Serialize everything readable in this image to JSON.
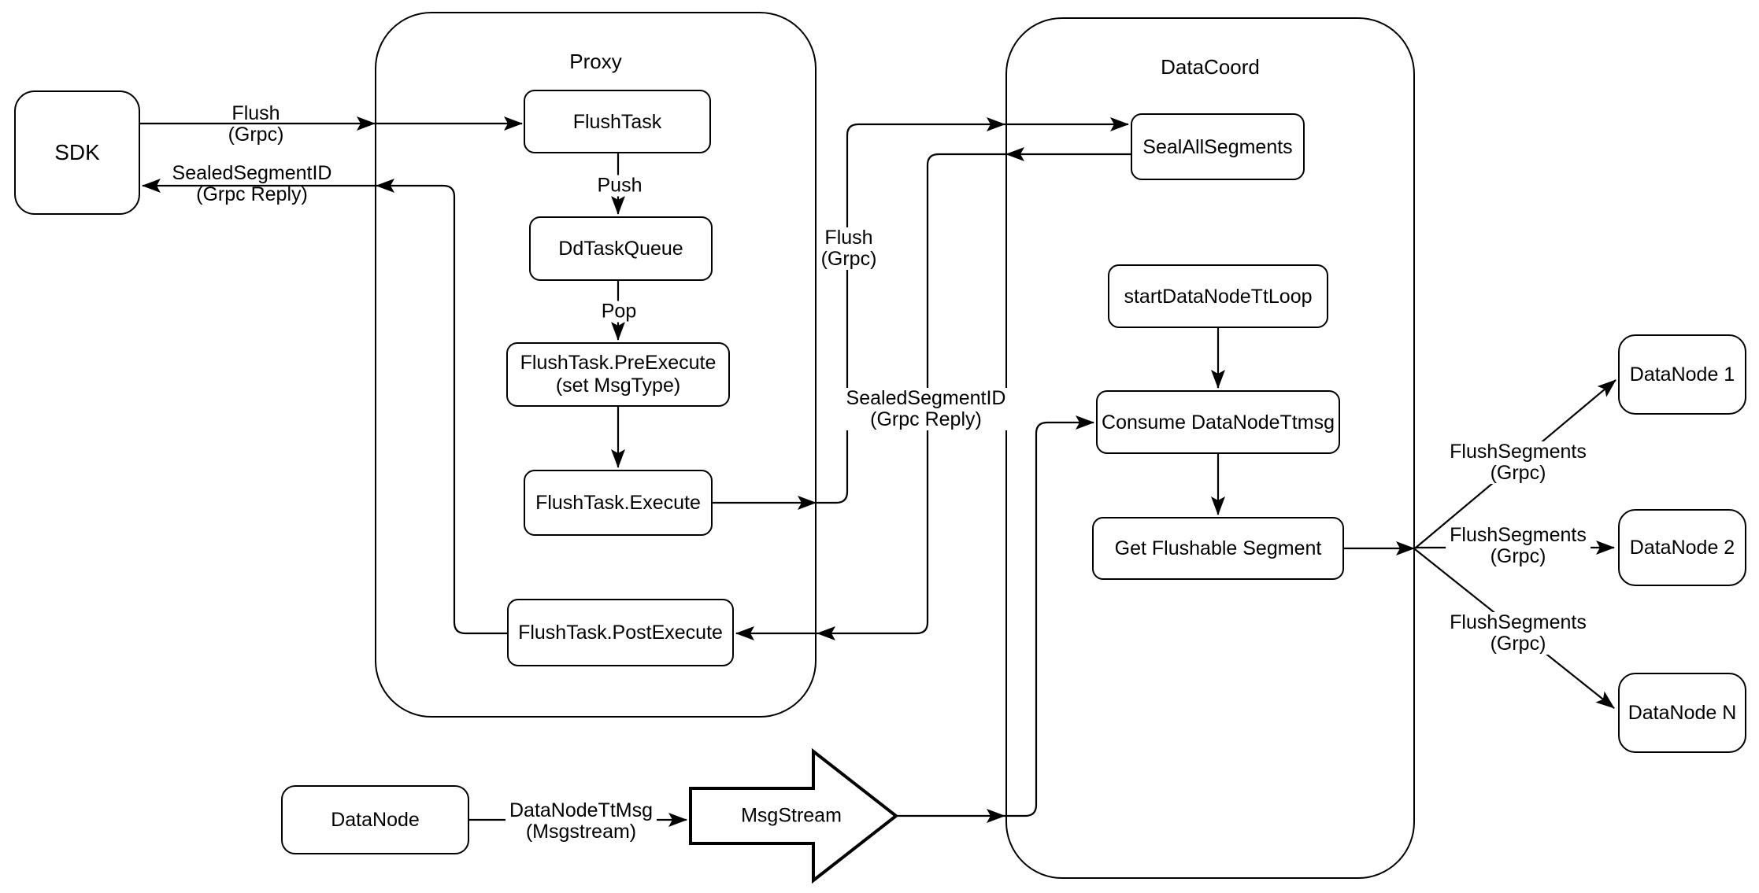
{
  "colors": {
    "stroke": "#000000",
    "background": "#ffffff"
  },
  "containers": {
    "proxy": {
      "label": "Proxy"
    },
    "datacoord": {
      "label": "DataCoord"
    }
  },
  "nodes": {
    "sdk": {
      "label": "SDK"
    },
    "flushTask": {
      "label": "FlushTask"
    },
    "ddTaskQueue": {
      "label": "DdTaskQueue"
    },
    "preExecute": {
      "line1": "FlushTask.PreExecute",
      "line2": "(set MsgType)"
    },
    "execute": {
      "label": "FlushTask.Execute"
    },
    "postExecute": {
      "label": "FlushTask.PostExecute"
    },
    "sealAllSegments": {
      "label": "SealAllSegments"
    },
    "startDataNodeTtLoop": {
      "label": "startDataNodeTtLoop"
    },
    "consumeDataNodeTtmsg": {
      "label": "Consume DataNodeTtmsg"
    },
    "getFlushableSegment": {
      "label": "Get Flushable Segment"
    },
    "dataNode1": {
      "label": "DataNode 1"
    },
    "dataNode2": {
      "label": "DataNode 2"
    },
    "dataNodeN": {
      "label": "DataNode N"
    },
    "dataNodeSource": {
      "label": "DataNode"
    },
    "msgStream": {
      "label": "MsgStream"
    }
  },
  "edgeLabels": {
    "flushToProxy": {
      "line1": "Flush",
      "line2": "(Grpc)"
    },
    "sealedToSdk": {
      "line1": "SealedSegmentID",
      "line2": "(Grpc Reply)"
    },
    "push": {
      "label": "Push"
    },
    "pop": {
      "label": "Pop"
    },
    "flushToDataCoord": {
      "line1": "Flush",
      "line2": "(Grpc)"
    },
    "sealedReply": {
      "line1": "SealedSegmentID",
      "line2": "(Grpc Reply)"
    },
    "flushSegments1": {
      "line1": "FlushSegments",
      "line2": "(Grpc)"
    },
    "flushSegments2": {
      "line1": "FlushSegments",
      "line2": "(Grpc)"
    },
    "flushSegments3": {
      "line1": "FlushSegments",
      "line2": "(Grpc)"
    },
    "dataNodeTtMsg": {
      "line1": "DataNodeTtMsg",
      "line2": "(Msgstream)"
    }
  }
}
